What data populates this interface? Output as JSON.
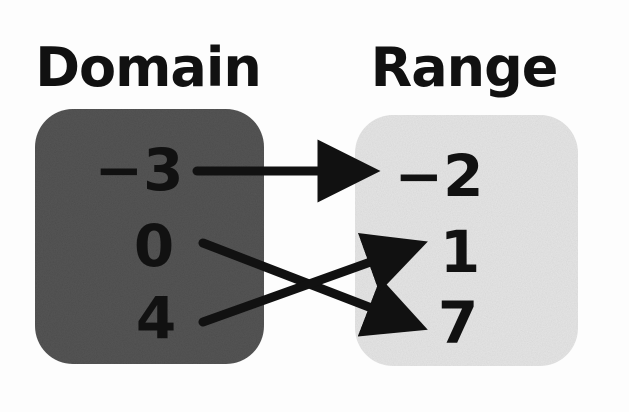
{
  "diagram": {
    "domain_label": "Domain",
    "range_label": "Range",
    "domain_values": [
      "−3",
      "0",
      "4"
    ],
    "range_values": [
      "−2",
      "1",
      "7"
    ],
    "mappings": [
      {
        "from": "−3",
        "to": "−2"
      },
      {
        "from": "0",
        "to": "7"
      },
      {
        "from": "4",
        "to": "1"
      }
    ]
  },
  "colors": {
    "domain_fill": "#575757",
    "range_fill": "#e7e7e7",
    "text": "#111111",
    "arrow": "#111111"
  }
}
